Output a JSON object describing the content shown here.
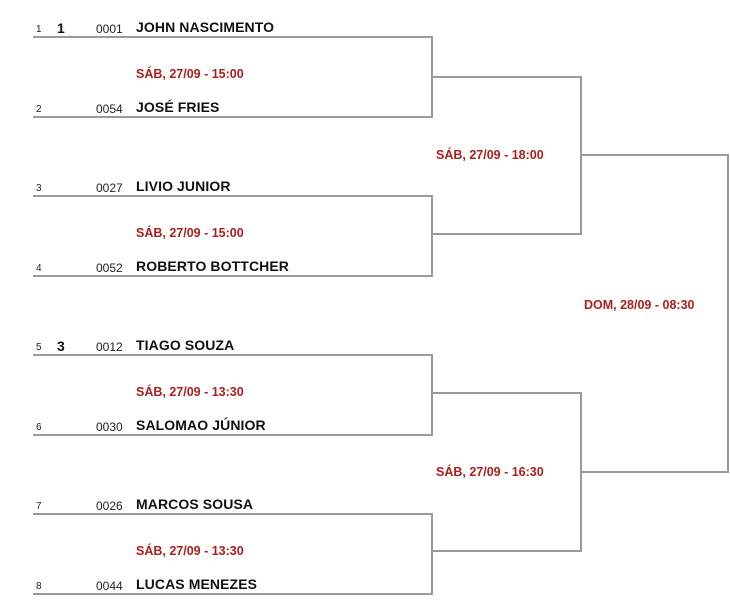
{
  "players": [
    {
      "pos": "1",
      "seed": "1",
      "num": "0001",
      "name": "JOHN NASCIMENTO"
    },
    {
      "pos": "2",
      "seed": "",
      "num": "0054",
      "name": "JOSÉ FRIES"
    },
    {
      "pos": "3",
      "seed": "",
      "num": "0027",
      "name": "LIVIO JUNIOR"
    },
    {
      "pos": "4",
      "seed": "",
      "num": "0052",
      "name": "ROBERTO BOTTCHER"
    },
    {
      "pos": "5",
      "seed": "3",
      "num": "0012",
      "name": "TIAGO SOUZA"
    },
    {
      "pos": "6",
      "seed": "",
      "num": "0030",
      "name": "SALOMAO JÚNIOR"
    },
    {
      "pos": "7",
      "seed": "",
      "num": "0026",
      "name": "MARCOS SOUSA"
    },
    {
      "pos": "8",
      "seed": "",
      "num": "0044",
      "name": "LUCAS MENEZES"
    }
  ],
  "round1": [
    "SÁB, 27/09 - 15:00",
    "SÁB, 27/09 - 15:00",
    "SÁB, 27/09 - 13:30",
    "SÁB, 27/09 - 13:30"
  ],
  "round2": [
    "SÁB, 27/09 - 18:00",
    "SÁB, 27/09 - 16:30"
  ],
  "final": [
    "DOM, 28/09 - 08:30"
  ],
  "colors": {
    "line": "#9a9a9a",
    "time": "#b01d1d",
    "text": "#111111"
  }
}
